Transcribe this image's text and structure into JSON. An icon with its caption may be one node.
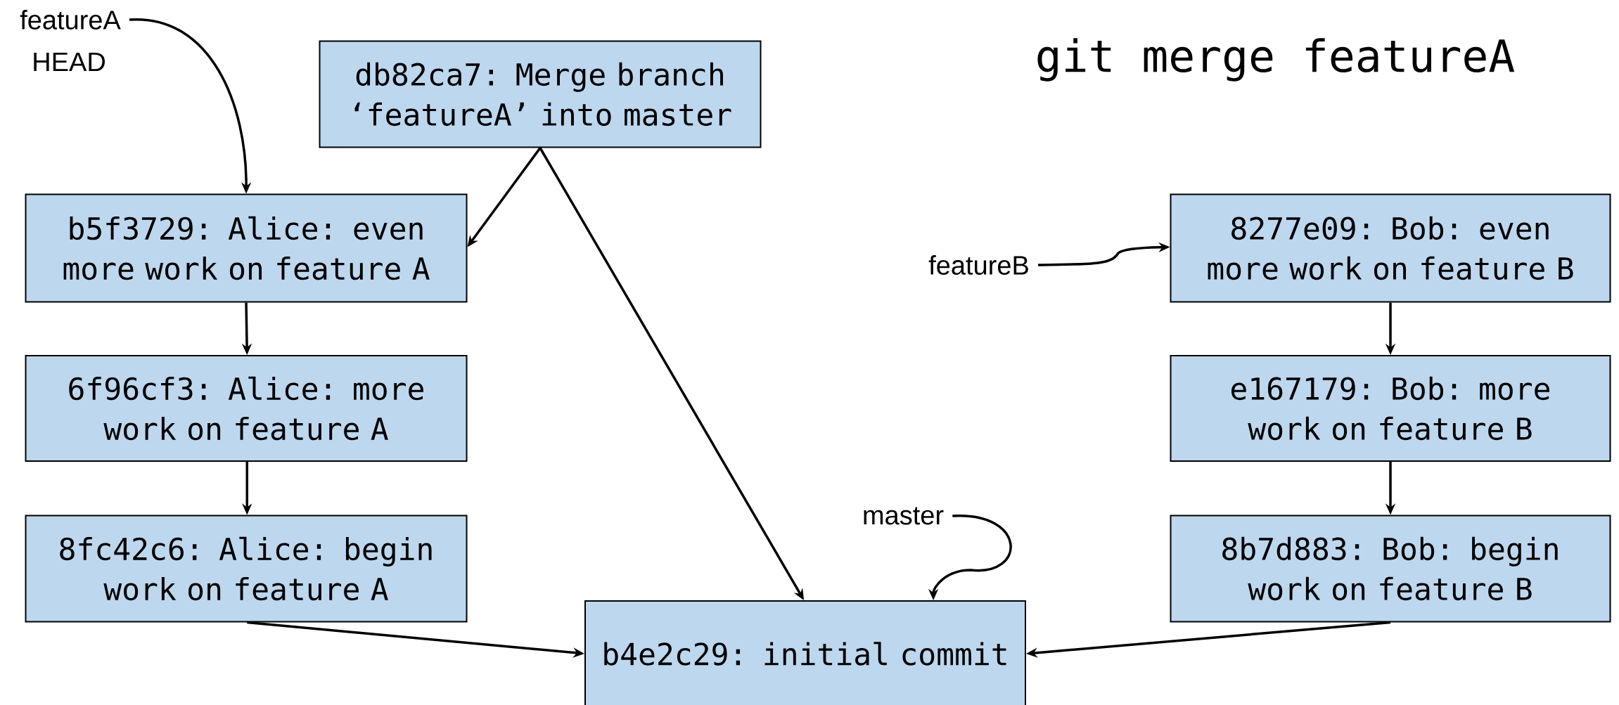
{
  "diagram": {
    "title": "git merge featureA",
    "nodes": [
      {
        "text": [
          "featureA"
        ]
      },
      {
        "text": [
          "db82ca7: Merge branch ‘featureA’ into master"
        ]
      },
      {
        "text": [
          "b5f3729: Alice: even more work on feature A"
        ]
      },
      {
        "text": [
          "6f96cf3: Alice: more work on feature A"
        ]
      },
      {
        "text": [
          "8fc42c6: Alice: begin work on feature A"
        ]
      },
      {
        "text": [
          "featureB"
        ]
      },
      {
        "text": [
          "8277e09: Bob: even more work on feature B"
        ]
      },
      {
        "text": [
          "e167179: Bob: more work on feature B"
        ]
      },
      {
        "text": [
          "8b7d883: Bob: begin work on feature B"
        ]
      },
      {
        "text": [
          "master"
        ]
      },
      {
        "text": [
          "b4e2c29: initial commit"
        ]
      }
    ],
    "edges": [
      {
        "from": 0,
        "to": 2,
        "arrow": "to"
      },
      {
        "from": 1,
        "to": 2,
        "arrow": "to"
      },
      {
        "from": 1,
        "to": 10,
        "arrow": "to"
      },
      {
        "from": 2,
        "to": 3,
        "arrow": "to"
      },
      {
        "from": 3,
        "to": 4,
        "arrow": "to"
      },
      {
        "from": 4,
        "to": 10,
        "arrow": "to"
      },
      {
        "from": 5,
        "to": 6,
        "arrow": "to"
      },
      {
        "from": 6,
        "to": 7,
        "arrow": "to"
      },
      {
        "from": 7,
        "to": 8,
        "arrow": "to"
      },
      {
        "from": 8,
        "to": 10,
        "arrow": "to"
      },
      {
        "from": 9,
        "to": 10,
        "arrow": "to"
      }
    ],
    "labels": [
      "HEAD"
    ]
  }
}
